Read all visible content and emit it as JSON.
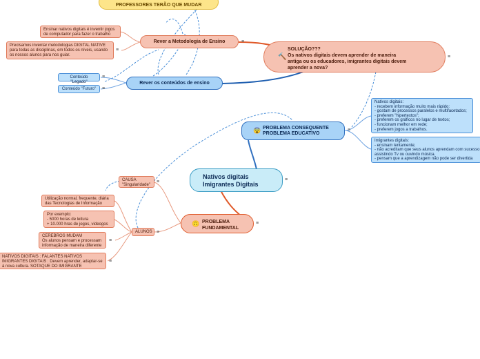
{
  "central": {
    "title": "Nativos digitais Imigrantes Digitais"
  },
  "top_node": {
    "label": "PROFESSORES TERÃO QUE MUDAR"
  },
  "metodologia": {
    "label": "Rever a Metodologia de Ensino",
    "notes": [
      "Ensinar nativos digitais é inventir jogos de computador para fazer o trabalho",
      "Precisamos inventar metodologias DIGITAL NATIVE para todas as disciplinas, em todos os níveis, usando os nossos alunos para nos guiar."
    ]
  },
  "conteudos": {
    "label": "Rever os conteúdos de ensino",
    "children": [
      "Conteúdo \"Legado\"",
      "Conteúdo \"Futuro\""
    ]
  },
  "solucao": {
    "label": "SOLUÇÃO??? Os nativos digitais devem aprender de maneira antiga ou os educadores, imigrantes digitais devem aprender a nova?",
    "line1": "SOLUÇÃO???",
    "line2": "Os nativos digitais devem aprender de maneira",
    "line3": "antiga ou os educadores, imigrantes digitais devem",
    "line4": "aprender a nova?"
  },
  "problema_educativo": {
    "line1": "PROBLEMA CONSEQUENTE",
    "line2": "PROBLEMA EDUCATIVO",
    "nativos_note": {
      "title": "Nativos digitais:",
      "items": [
        "- recebem informação muito mais rápido:",
        "- gostam de processos paralelos e multifacetados;",
        "- preferem \"hipertextos\";",
        "- preferem os gráficos no lugar de textos;",
        "- funcionam melhor em rede;",
        "- preferem jogos a trabalhos."
      ]
    },
    "imigrantes_note": {
      "title": "Imigrantes digitais:",
      "items": [
        "- ensinam lentamente;",
        "- não acreditam que seus alunos aprendam com sucesso",
        "assistindo Tv ou ouvindo música.",
        "- pensam que a aprendizagem não pode ser divertida"
      ]
    }
  },
  "problema_fundamental": {
    "line1": "PROBLEMA",
    "line2": "FUNDAMENTAL",
    "causa": {
      "line1": "CAUSA",
      "line2": "\"Singularidade\""
    },
    "alunos": {
      "label": "ALUNOS"
    },
    "notes": [
      {
        "line1": "Utilização normal, frequente, diária",
        "line2": "das Tecnologias de Informação"
      },
      {
        "line1": "Por exemplo:",
        "line2": "- 5000 horas de leitura",
        "line3": "+ 10.000 hras de jogos, videogos"
      },
      {
        "line1": "CEREBROS MUDAM",
        "line2": "Os alunos pensam e processam",
        "line3": "informação de maneira diferente"
      },
      {
        "line1": "NATIVOS DIGITAIS : FALANTES NATIVOS",
        "line2": "IMIGRANTES DIGITAIS : Devem aprender, adaptar-se",
        "line3": "à nova cultura. SOTAQUE DO IMIGRANTE"
      }
    ]
  },
  "colors": {
    "orange_fill": "#f6c2b2",
    "orange_border": "#e07a5a",
    "blue_fill": "#bde0fb",
    "blue_border": "#4a8fd8",
    "yellow_fill": "#fde58a"
  }
}
